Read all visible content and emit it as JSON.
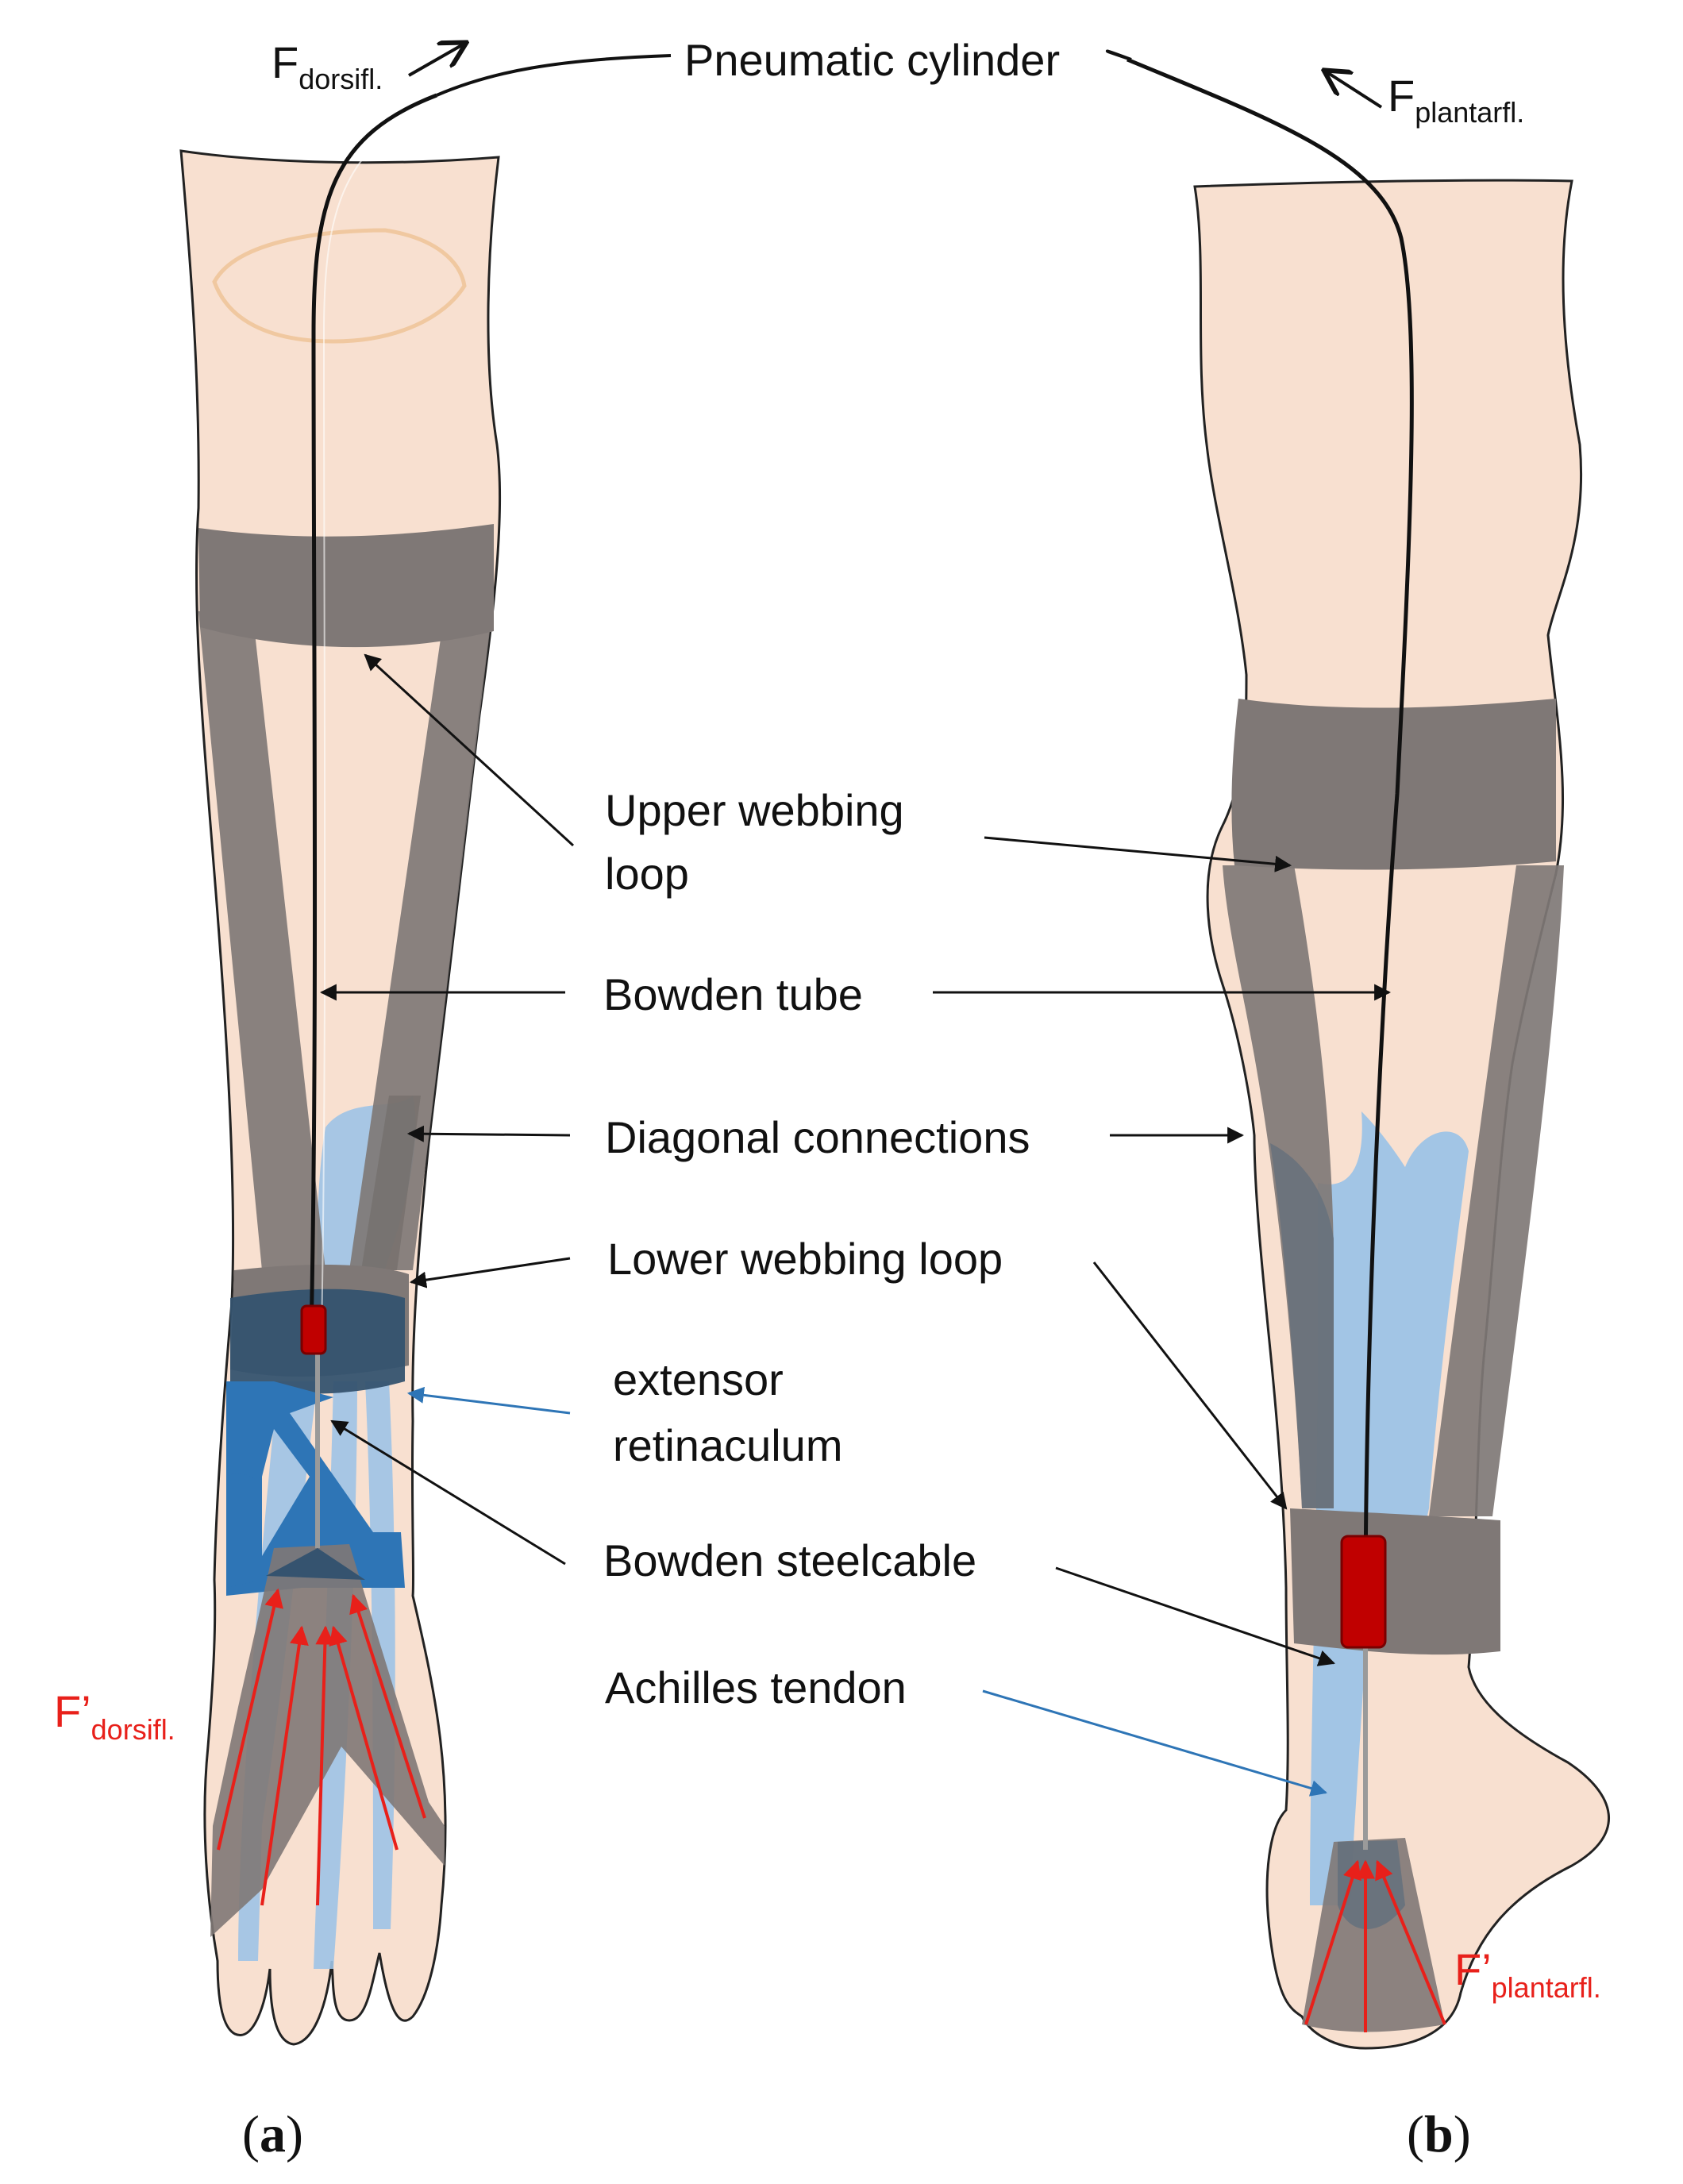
{
  "labels": {
    "pneumatic_cylinder": "Pneumatic cylinder",
    "f_dorsifl_main": "F",
    "f_dorsifl_sub": "dorsifl.",
    "f_plantarfl_main": "F",
    "f_plantarfl_sub": "plantarfl.",
    "upper_webbing_line1": "Upper webbing",
    "upper_webbing_line2": "loop",
    "bowden_tube": "Bowden tube",
    "diagonal_connections": "Diagonal connections",
    "lower_webbing_loop": "Lower webbing loop",
    "extensor_line1": "extensor",
    "extensor_line2": "retinaculum",
    "bowden_steelcable": "Bowden steelcable",
    "achilles_tendon": "Achilles tendon",
    "fprime_dorsifl_main": "F’",
    "fprime_dorsifl_sub": "dorsifl.",
    "fprime_plantarfl_main": "F’",
    "fprime_plantarfl_sub": "plantarfl."
  },
  "panels": {
    "a_open": "(",
    "a_letter": "a",
    "a_close": ")",
    "b_open": "(",
    "b_letter": "b",
    "b_close": ")"
  },
  "colors": {
    "skin": "#f8e0d0",
    "skin_outline": "#222222",
    "webbing": "#7f7876",
    "tendon": "#9dc3e6",
    "retinaculum": "#2e75b6",
    "cylinder_red": "#c00000",
    "force_red": "#e8201a",
    "callout_blue": "#2e75b6"
  }
}
